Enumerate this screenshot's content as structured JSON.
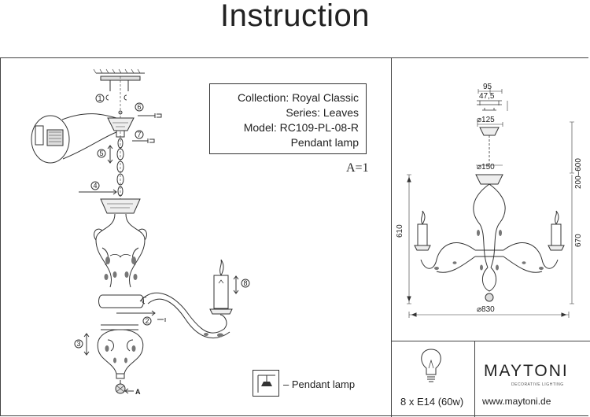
{
  "page_title": "Instruction",
  "info": {
    "collection": "Collection: Royal Classic",
    "series": "Series: Leaves",
    "model": "Model: RC109-PL-08-R",
    "type": "Pendant lamp"
  },
  "a_count": "A=1",
  "callouts": [
    "1",
    "2",
    "3",
    "4",
    "5",
    "6",
    "7",
    "8"
  ],
  "part_a": "A",
  "legend": {
    "text": "– Pendant lamp"
  },
  "dimensions": {
    "top_width": "95",
    "top_half": "47,5",
    "canopy_diameter": "⌀125",
    "cup_diameter": "⌀150",
    "chain_length": "200–600",
    "body_height": "610",
    "total_height": "670",
    "diameter": "⌀830"
  },
  "bulb": "8 x E14 (60w)",
  "brand": {
    "name": "MAYTONI",
    "tagline": "DECORATIVE LIGHTING",
    "site": "www.maytoni.de"
  }
}
